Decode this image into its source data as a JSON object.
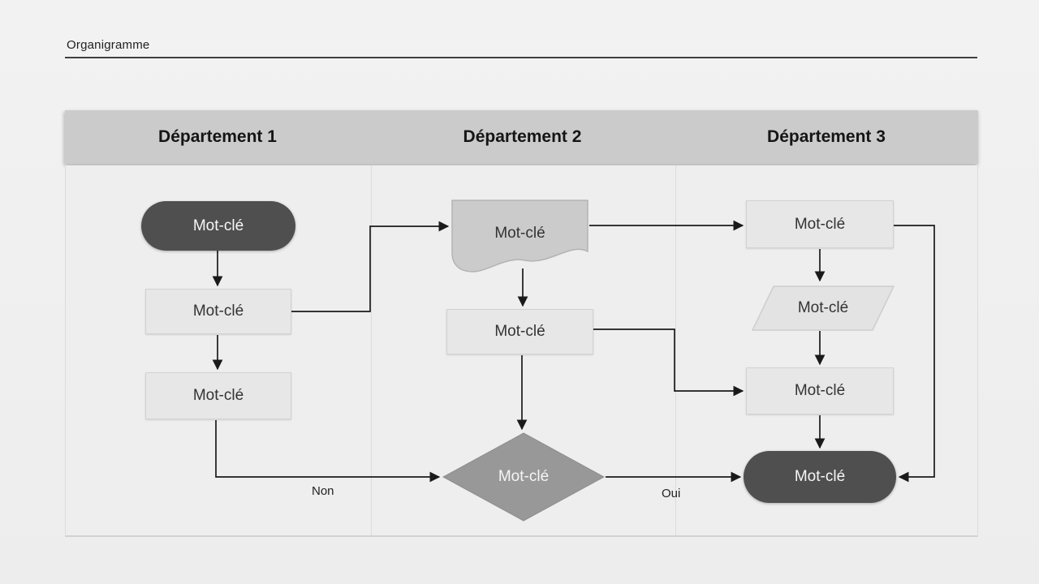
{
  "page": {
    "title": "Organigramme"
  },
  "lanes": [
    {
      "label": "Département 1"
    },
    {
      "label": "Département 2"
    },
    {
      "label": "Département 3"
    }
  ],
  "nodes": {
    "d1_start": {
      "label": "Mot-clé",
      "shape": "terminator"
    },
    "d1_process1": {
      "label": "Mot-clé",
      "shape": "process"
    },
    "d1_process2": {
      "label": "Mot-clé",
      "shape": "process"
    },
    "d2_document": {
      "label": "Mot-clé",
      "shape": "document"
    },
    "d2_process": {
      "label": "Mot-clé",
      "shape": "process"
    },
    "d2_decision": {
      "label": "Mot-clé",
      "shape": "decision"
    },
    "d3_process1": {
      "label": "Mot-clé",
      "shape": "process"
    },
    "d3_data": {
      "label": "Mot-clé",
      "shape": "parallelogram"
    },
    "d3_process2": {
      "label": "Mot-clé",
      "shape": "process"
    },
    "d3_end": {
      "label": "Mot-clé",
      "shape": "terminator"
    }
  },
  "edge_labels": {
    "no": "Non",
    "yes": "Oui"
  },
  "colors": {
    "page_background": "#efefef",
    "lane_header": "#cbcbcb",
    "lane_body": "#eeeeee",
    "process_fill": "#e7e7e7",
    "document_fill": "#cbcbcb",
    "decision_fill": "#989898",
    "parallelogram_fill": "#e3e3e3",
    "terminator_fill": "#4f4f4f",
    "connector": "#1a1a1a"
  }
}
